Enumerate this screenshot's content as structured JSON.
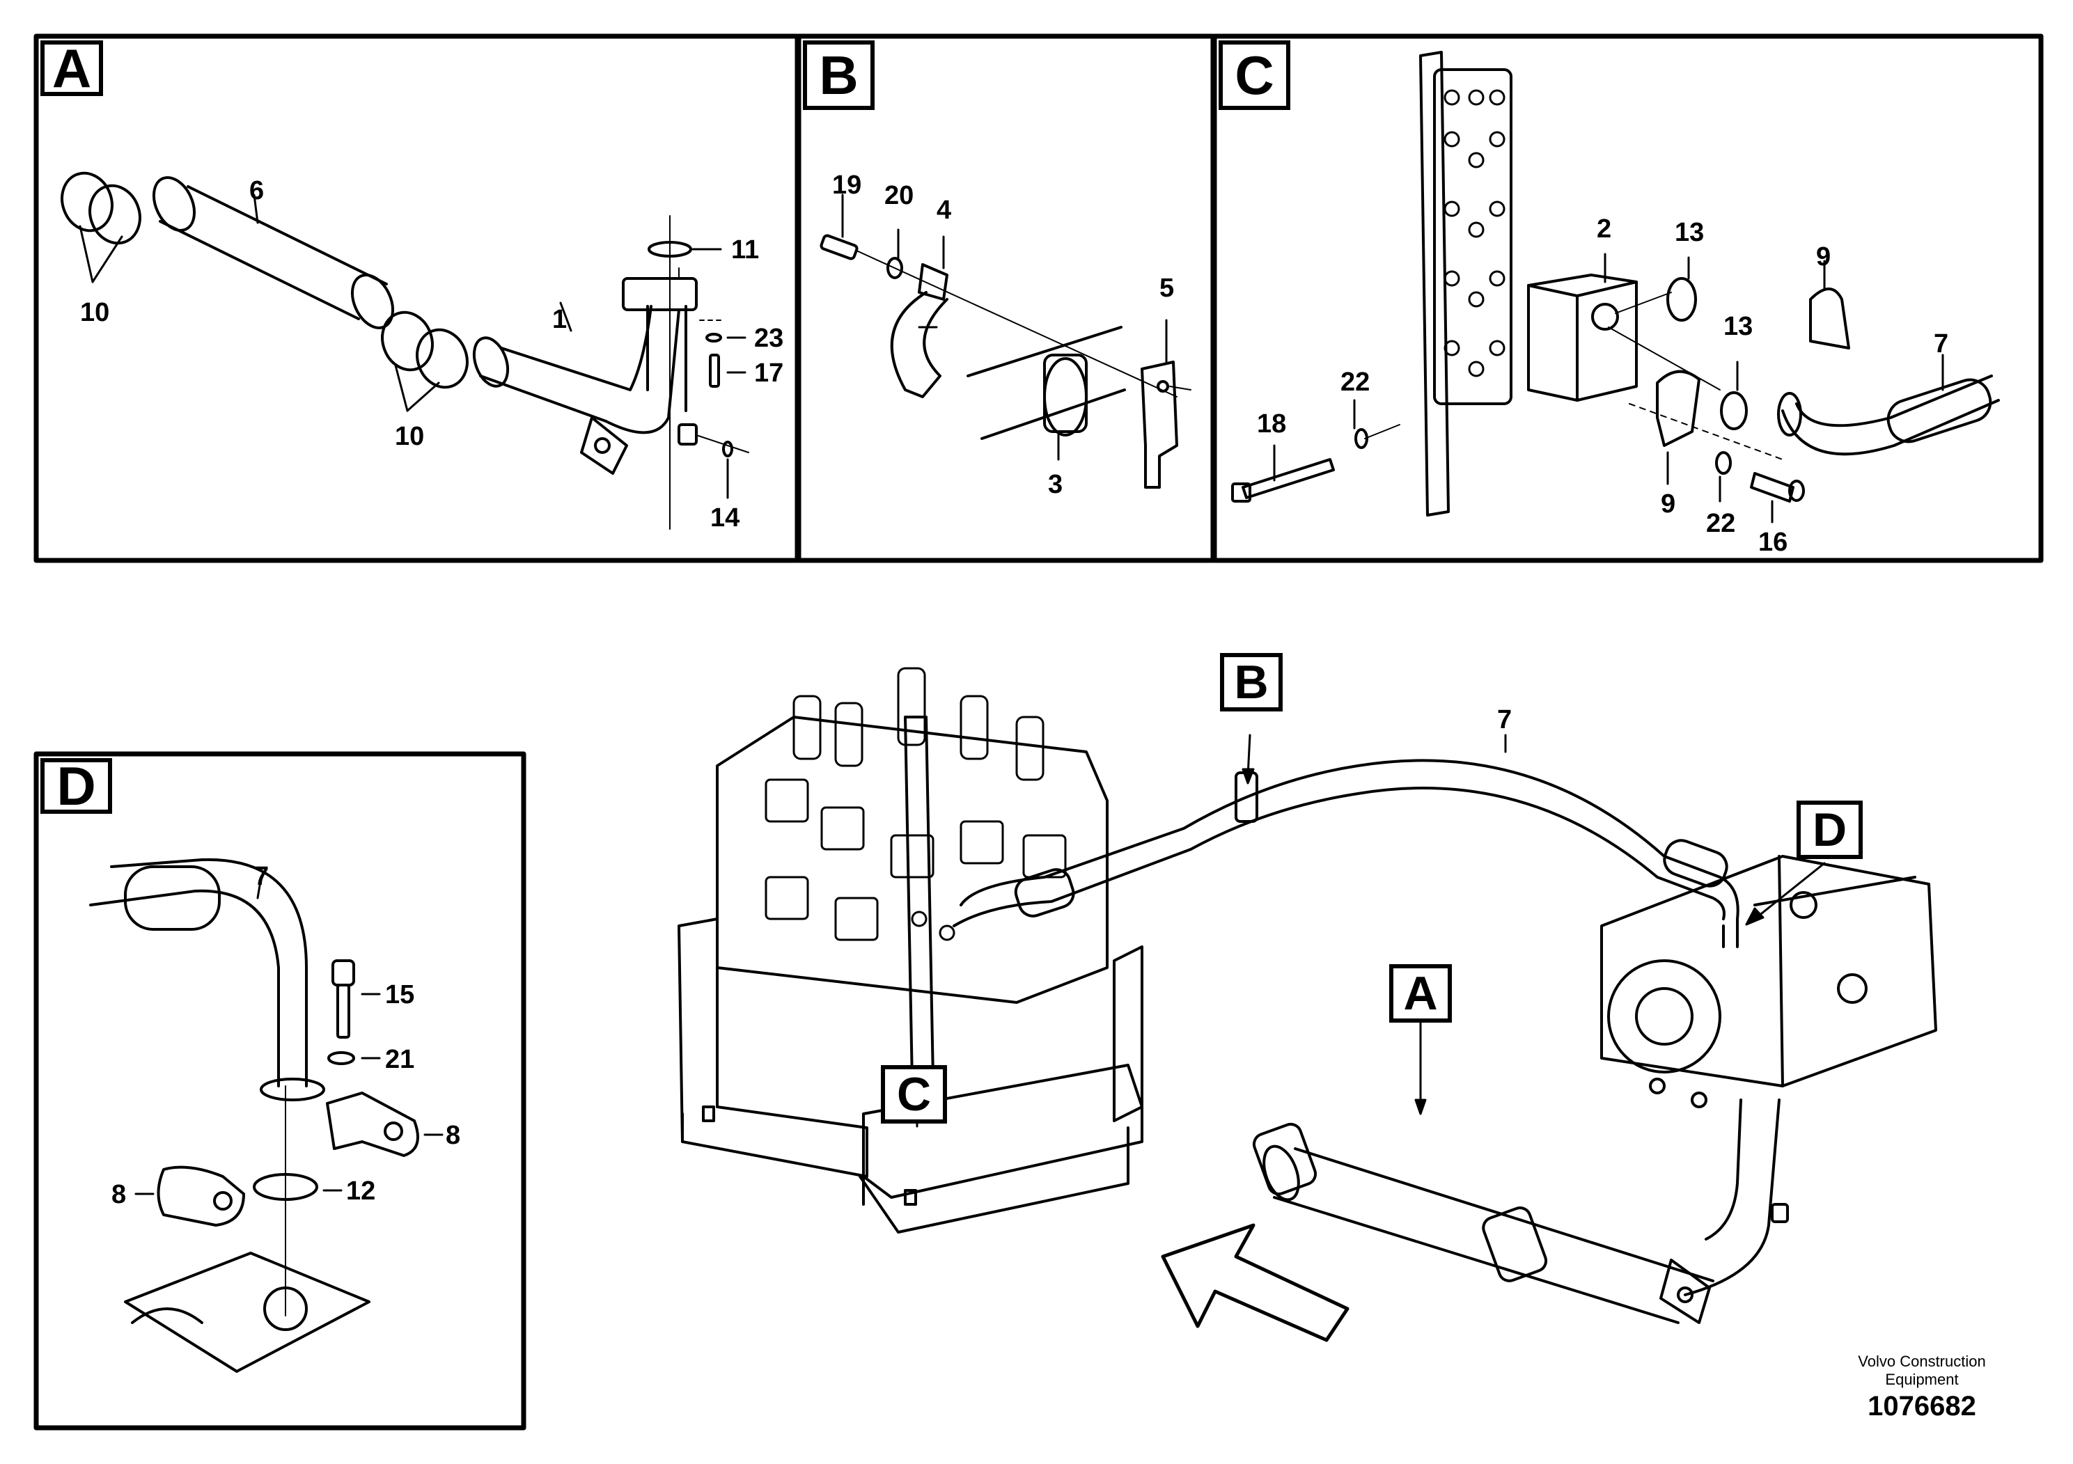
{
  "panels": {
    "a": {
      "label": "A"
    },
    "b": {
      "label": "B"
    },
    "c": {
      "label": "C"
    },
    "d": {
      "label": "D"
    }
  },
  "overview_tags": {
    "a": "A",
    "b": "B",
    "c": "C",
    "d": "D"
  },
  "callouts": {
    "a_6": "6",
    "a_10_top": "10",
    "a_10_mid": "10",
    "a_1": "1",
    "a_11": "11",
    "a_23": "23",
    "a_17": "17",
    "a_14": "14",
    "b_19": "19",
    "b_20": "20",
    "b_4": "4",
    "b_5": "5",
    "b_3": "3",
    "c_2": "2",
    "c_13_top": "13",
    "c_9_top": "9",
    "c_13_mid": "13",
    "c_7": "7",
    "c_22_left": "22",
    "c_18": "18",
    "c_9_bot": "9",
    "c_22_bot": "22",
    "c_16": "16",
    "d_7": "7",
    "d_15": "15",
    "d_21": "21",
    "d_8_right": "8",
    "d_8_left": "8",
    "d_12": "12",
    "main_7": "7"
  },
  "credit": {
    "line1": "Volvo Construction",
    "line2": "Equipment",
    "number": "1076682"
  },
  "colors": {
    "ink": "#000000",
    "paper": "#ffffff"
  }
}
